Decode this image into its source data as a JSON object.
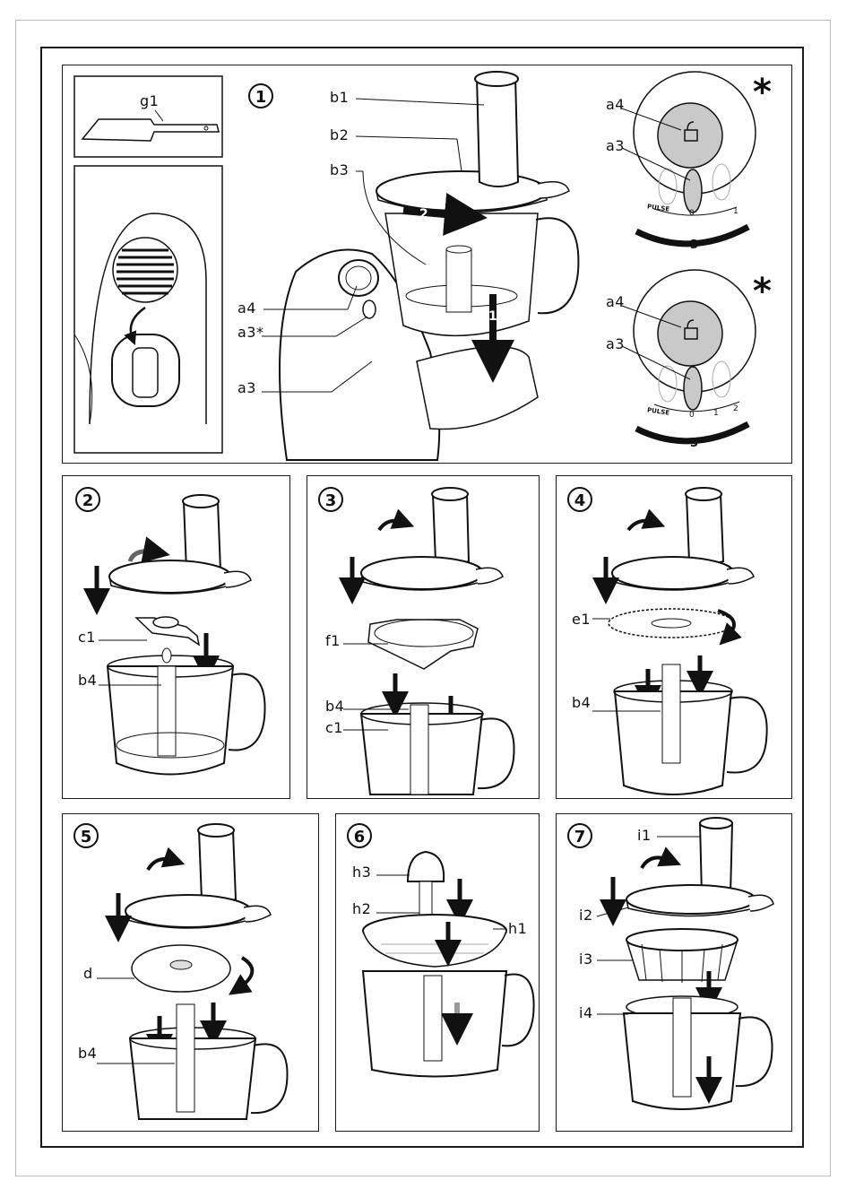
{
  "steps": [
    "1",
    "2",
    "3",
    "4",
    "5",
    "6",
    "7"
  ],
  "asterisk": "*",
  "panel1": {
    "g1": "g1",
    "b1": "b1",
    "b2": "b2",
    "b3": "b3",
    "a4": "a4",
    "a3_star": "a3*",
    "a3": "a3",
    "dial_top": {
      "a4": "a4",
      "a3": "a3",
      "pulse": "PULSE",
      "o": "0",
      "one": "1"
    },
    "dial_bottom": {
      "a4": "a4",
      "a3": "a3",
      "pulse": "PULSE",
      "o": "0",
      "one": "1",
      "two": "2"
    }
  },
  "panel2": {
    "c1": "c1",
    "b4": "b4"
  },
  "panel3": {
    "f1": "f1",
    "b4": "b4",
    "c1": "c1"
  },
  "panel4": {
    "e1": "e1",
    "b4": "b4"
  },
  "panel5": {
    "d": "d",
    "b4": "b4"
  },
  "panel6": {
    "h3": "h3",
    "h2": "h2",
    "h1": "h1"
  },
  "panel7": {
    "i1": "i1",
    "i2": "i2",
    "i3": "i3",
    "i4": "i4"
  },
  "colors": {
    "line": "#1a1a1a",
    "grey": "#9a9a9a",
    "arrow": "#111111"
  }
}
